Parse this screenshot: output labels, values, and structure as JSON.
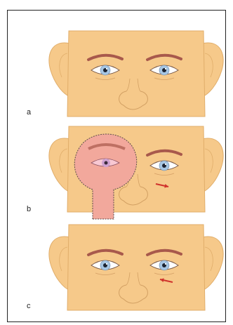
{
  "panels": [
    {
      "label": "a",
      "variant": "normal"
    },
    {
      "label": "b",
      "variant": "occluded"
    },
    {
      "label": "c",
      "variant": "recovery"
    }
  ],
  "colors": {
    "skin": "#f6c98a",
    "skin_outline": "#e0ad6a",
    "brow": "#a8594c",
    "iris": "#a7c6e3",
    "occluder": "#f2a89c",
    "occluder_outline": "#5a4a48",
    "arrow": "#d0322c"
  }
}
